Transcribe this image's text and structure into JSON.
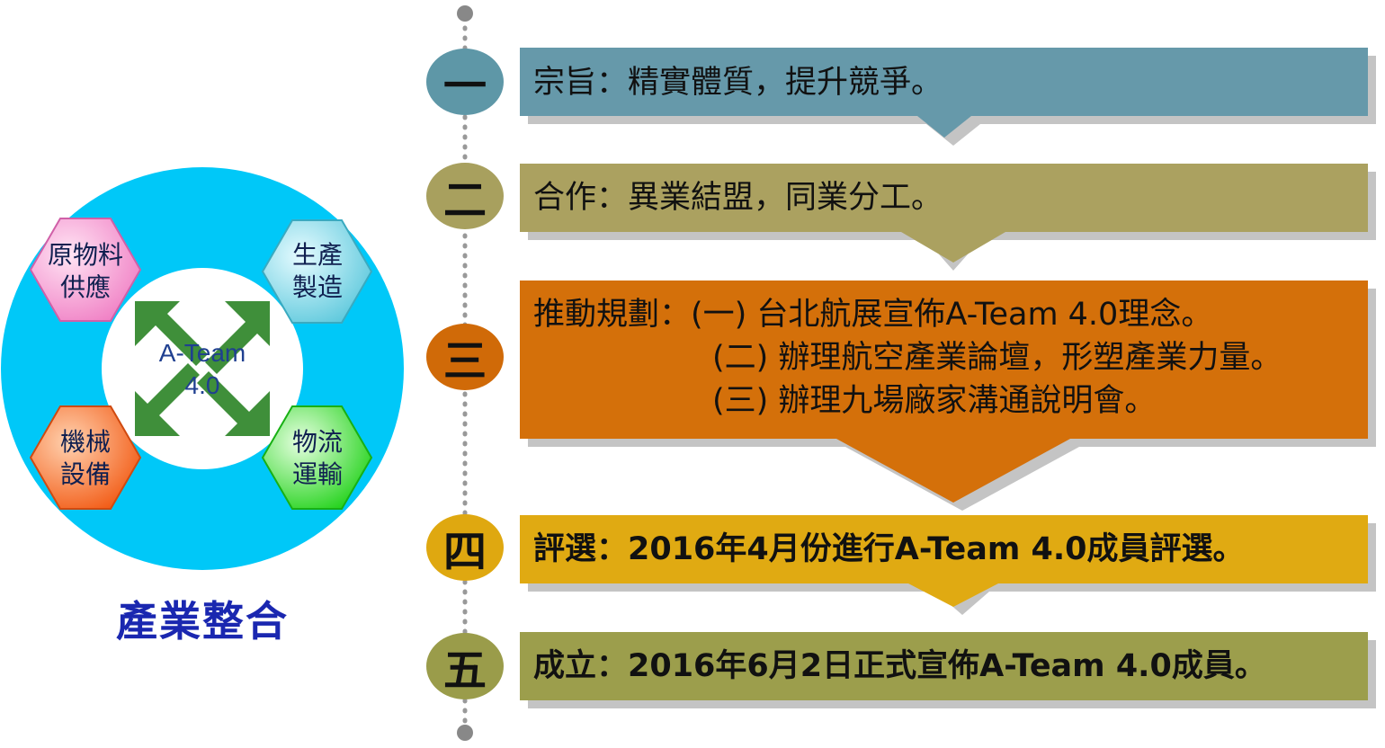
{
  "left_panel": {
    "center_label": [
      "A-Team",
      "4.0"
    ],
    "nodes": [
      {
        "id": "raw-materials",
        "lines": [
          "原物料",
          "供應"
        ],
        "color": "#f6a3d6"
      },
      {
        "id": "production",
        "lines": [
          "生產",
          "製造"
        ],
        "color": "#8fdcea"
      },
      {
        "id": "machinery",
        "lines": [
          "機械",
          "設備"
        ],
        "color": "#ff7a30"
      },
      {
        "id": "logistics",
        "lines": [
          "物流",
          "運輸"
        ],
        "color": "#3ee63a"
      }
    ],
    "title": "產業整合",
    "ring_color": "#00c8f8",
    "arrow_color": "#3f8f3a"
  },
  "timeline": {
    "steps": [
      {
        "num": "一",
        "circle_color": "#5e97a7",
        "box_color": "#6699aa",
        "lines": [
          "宗旨：精實體質，提升競爭。"
        ]
      },
      {
        "num": "二",
        "circle_color": "#a8a05e",
        "box_color": "#aba160",
        "lines": [
          "合作：異業結盟，同業分工。"
        ]
      },
      {
        "num": "三",
        "circle_color": "#d06a08",
        "box_color": "#d4700a",
        "lines": [
          "推動規劃：(一) 台北航展宣佈A-Team 4.0理念。",
          "(二) 辦理航空產業論壇，形塑產業力量。",
          "(三) 辦理九場廠家溝通說明會。"
        ]
      },
      {
        "num": "四",
        "circle_color": "#dfa810",
        "box_color": "#e0aa12",
        "lines": [
          "評選：2016年4月份進行A-Team 4.0成員評選。"
        ]
      },
      {
        "num": "五",
        "circle_color": "#9a9c4a",
        "box_color": "#9c9e4c",
        "lines": [
          "成立：2016年6月2日正式宣佈A-Team 4.0成員。"
        ]
      }
    ]
  }
}
